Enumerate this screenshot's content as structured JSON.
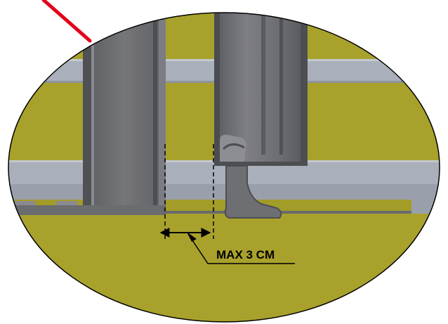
{
  "colors": {
    "background": "#ffffff",
    "wall_yellow": "#a8a22c",
    "wall_yellow_dark": "#8f8a22",
    "rail_gray": "#aab0bb",
    "rail_gray_dark": "#8d939e",
    "post_gray": "#6e6f72",
    "post_gray_dark": "#55565a",
    "door_gray": "#7a7b80",
    "door_edge": "#4d4e52",
    "pointer_red": "#e3001b",
    "outline": "#000000"
  },
  "callout": {
    "label": "MAX 3 CM",
    "dimension_value_cm": 3,
    "qualifier": "max"
  },
  "icons": {
    "pointer": "red-pointer-line",
    "dimension": "double-arrow-dimension"
  }
}
